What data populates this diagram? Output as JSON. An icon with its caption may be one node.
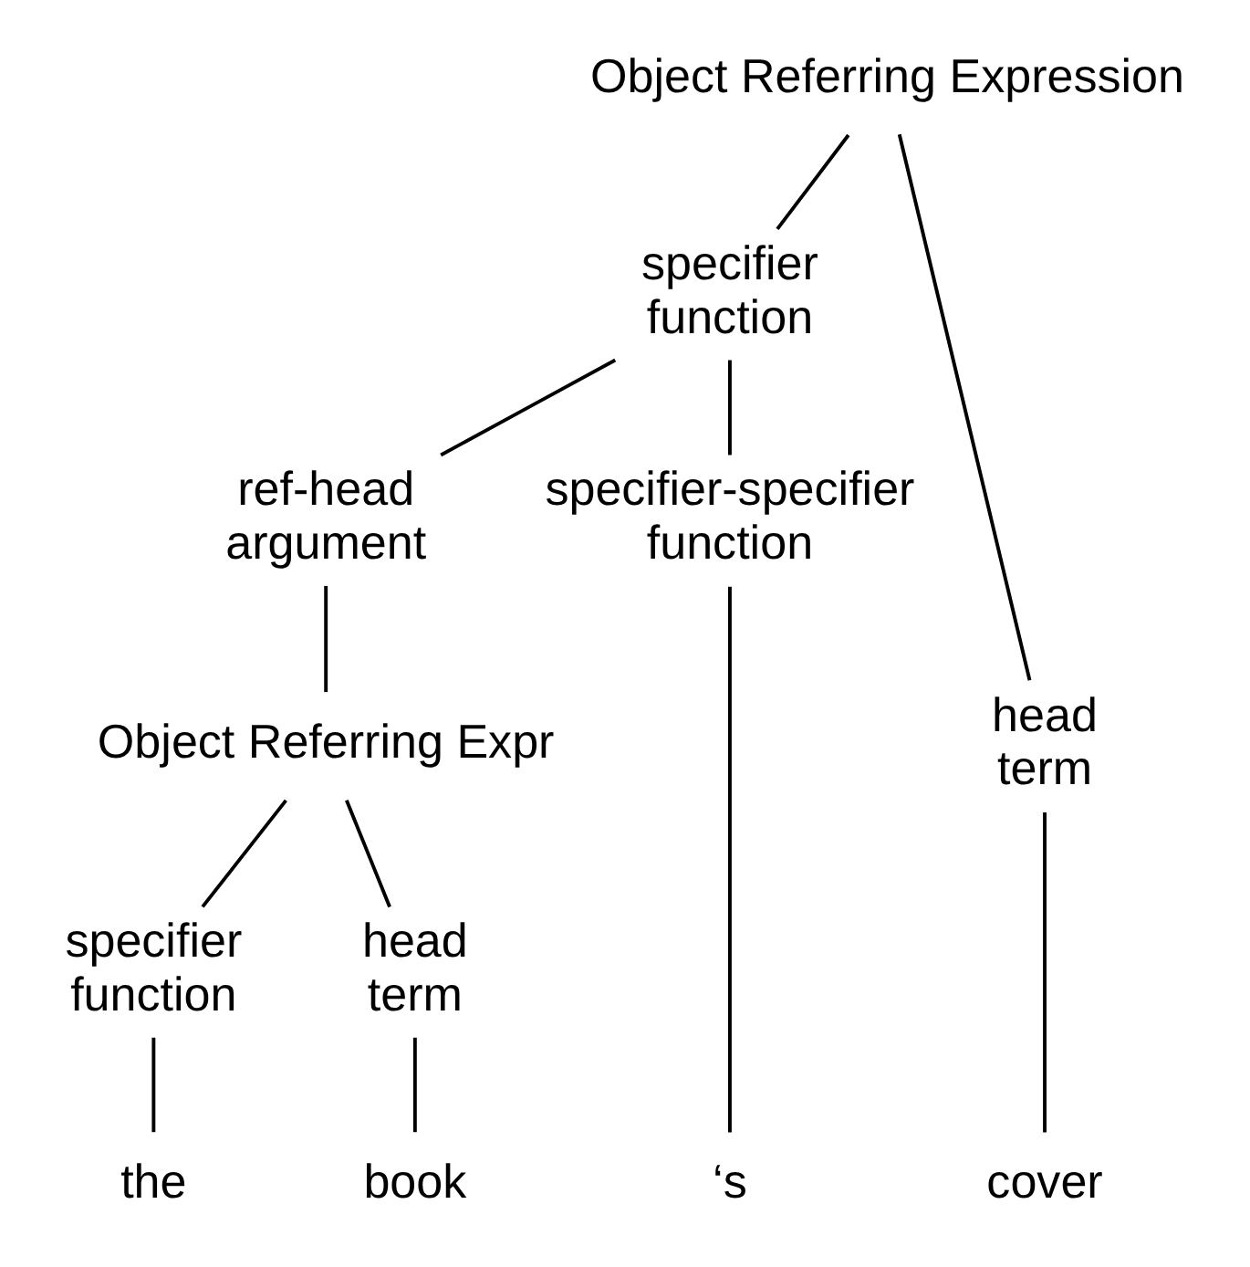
{
  "diagram": {
    "nodes": [
      {
        "text": [
          "Object Referring Expression"
        ]
      },
      {
        "text": [
          "specifier function"
        ]
      },
      {
        "text": [
          "head term"
        ]
      },
      {
        "text": [
          "ref-head argument"
        ]
      },
      {
        "text": [
          "specifier-specifier function"
        ]
      },
      {
        "text": [
          "Object Referring Expr"
        ]
      },
      {
        "text": [
          "specifier function"
        ]
      },
      {
        "text": [
          "head term"
        ]
      },
      {
        "text": [
          "the"
        ]
      },
      {
        "text": [
          "book"
        ]
      },
      {
        "text": [
          "‘s"
        ]
      },
      {
        "text": [
          "cover"
        ]
      }
    ],
    "edges": [
      {
        "from": 0,
        "to": 1,
        "arrow": "none"
      },
      {
        "from": 0,
        "to": 2,
        "arrow": "none"
      },
      {
        "from": 1,
        "to": 3,
        "arrow": "none"
      },
      {
        "from": 1,
        "to": 4,
        "arrow": "none"
      },
      {
        "from": 3,
        "to": 5,
        "arrow": "none"
      },
      {
        "from": 5,
        "to": 6,
        "arrow": "none"
      },
      {
        "from": 5,
        "to": 7,
        "arrow": "none"
      },
      {
        "from": 6,
        "to": 8,
        "arrow": "none"
      },
      {
        "from": 7,
        "to": 9,
        "arrow": "none"
      },
      {
        "from": 4,
        "to": 10,
        "arrow": "none"
      },
      {
        "from": 2,
        "to": 11,
        "arrow": "none"
      }
    ]
  }
}
